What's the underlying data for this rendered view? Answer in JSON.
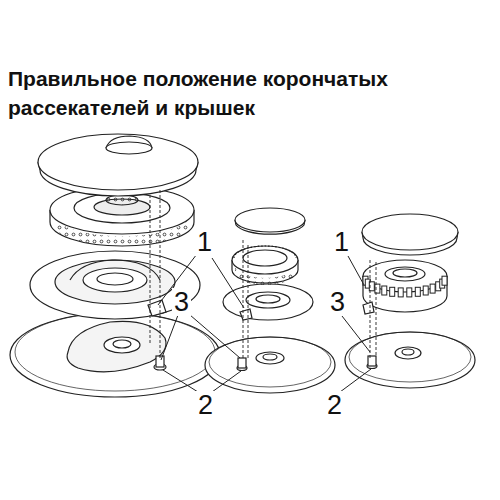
{
  "diagram": {
    "title": "Правильное положение корончатых рассекателей и крышек",
    "labels": [
      "1",
      "1",
      "3",
      "3",
      "2",
      "2"
    ]
  }
}
